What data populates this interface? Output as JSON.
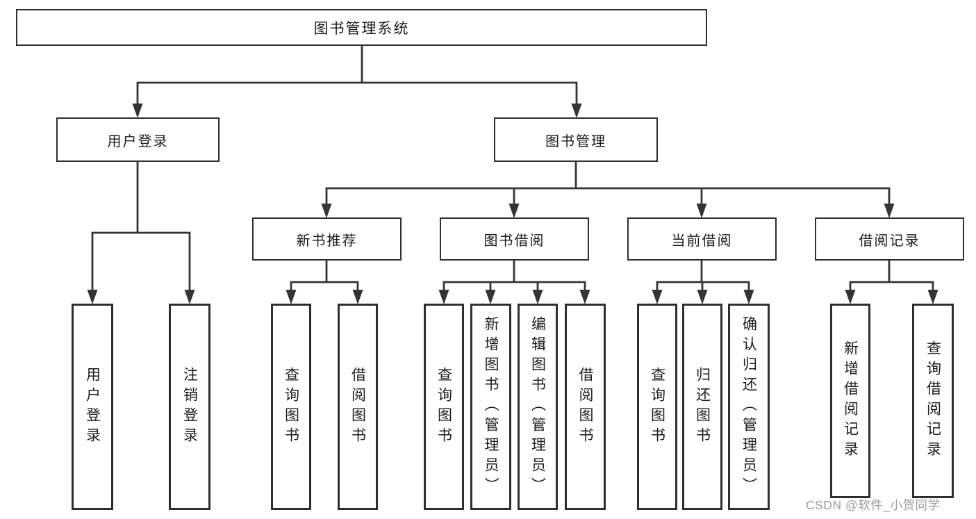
{
  "diagram": {
    "title": "图书管理系统",
    "root": {
      "label": "图书管理系统"
    },
    "level2": [
      {
        "label": "用户登录"
      },
      {
        "label": "图书管理"
      }
    ],
    "level3": [
      {
        "label": "新书推荐"
      },
      {
        "label": "图书借阅"
      },
      {
        "label": "当前借阅"
      },
      {
        "label": "借阅记录"
      }
    ],
    "leaves": {
      "user_login": [
        "用户登录",
        "注销登录"
      ],
      "new_book_recommend": [
        "查询图书",
        "借阅图书"
      ],
      "book_borrowing": [
        "查询图书",
        "新增图书（管理员）",
        "编辑图书（管理员）",
        "借阅图书"
      ],
      "current_borrowing": [
        "查询图书",
        "归还图书",
        "确认归还（管理员）"
      ],
      "borrowing_records": [
        "新增借阅记录",
        "查询借阅记录"
      ]
    },
    "colors": {
      "line": "#343434",
      "box_border": "#2e2e2e",
      "text": "#1c1c1c",
      "watermark_gray": "#9c9c9c",
      "background": "#ffffff"
    }
  },
  "watermark": {
    "text": "CSDN @软件_小贺同学"
  }
}
